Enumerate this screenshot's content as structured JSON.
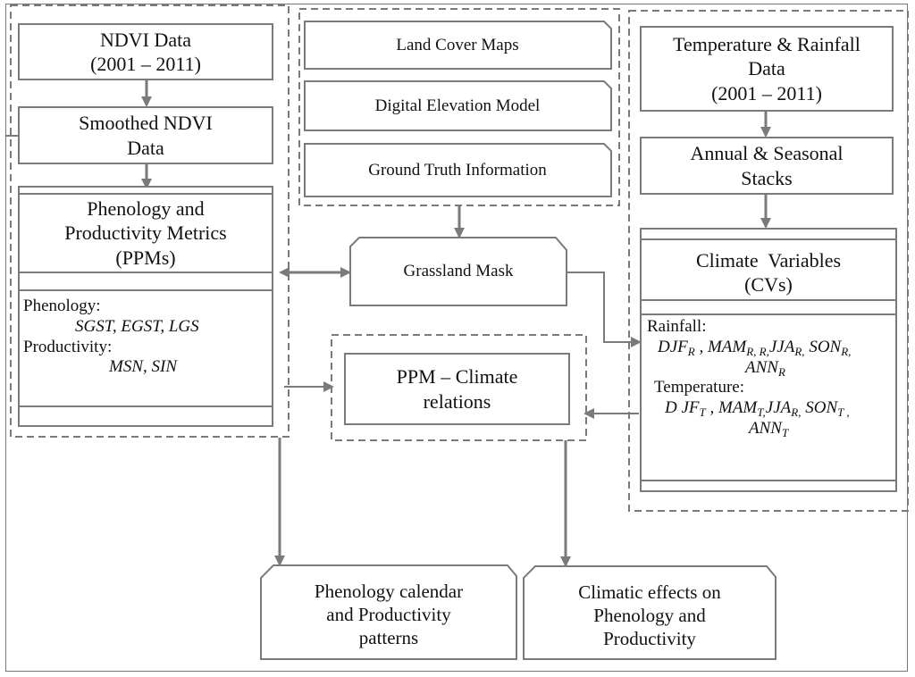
{
  "ndvi": {
    "line1": "NDVI Data",
    "line2": "(2001 – 2011)"
  },
  "smoothed": {
    "line1": "Smoothed NDVI",
    "line2": "Data"
  },
  "ppm": {
    "line1": "Phenology and",
    "line2": "Productivity Metrics",
    "line3": "(PPMs)",
    "phen_label": "Phenology:",
    "phen_items": "SGST, EGST, LGS",
    "prod_label": "Productivity:",
    "prod_items": "MSN, SIN"
  },
  "land_cover": "Land Cover Maps",
  "dem": "Digital Elevation Model",
  "ground_truth": "Ground Truth Information",
  "grassland_mask": "Grassland Mask",
  "relations": {
    "line1": "PPM – Climate",
    "line2": "relations"
  },
  "temp_rain": {
    "line1": "Temperature & Rainfall",
    "line2": "Data",
    "line3": "(2001 – 2011)"
  },
  "stacks": {
    "line1": "Annual & Seasonal",
    "line2": "Stacks"
  },
  "cv": {
    "line1": "Climate  Variables",
    "line2": "(CVs)",
    "rain_label": "Rainfall:",
    "rain_line1": {
      "a": "DJF",
      "a_sub": "R",
      "b": " , MAM",
      "b_sub": "R, R,",
      "c": "JJA",
      "c_sub": "R,",
      "d": " SON",
      "d_sub": "R,"
    },
    "rain_line2": {
      "a": "ANN",
      "a_sub": "R"
    },
    "temp_label": "Temperature:",
    "temp_line1": {
      "a": "D JF",
      "a_sub": "T",
      "b": " , MAM",
      "b_sub": "T,",
      "c": "JJA",
      "c_sub": "R,",
      "d": " SON",
      "d_sub": "T ,"
    },
    "temp_line2": {
      "a": "ANN",
      "a_sub": "T"
    }
  },
  "out_calendar": {
    "line1": "Phenology calendar",
    "line2": "and Productivity",
    "line3": "patterns"
  },
  "out_effects": {
    "line1": "Climatic effects on",
    "line2": "Phenology and",
    "line3": "Productivity"
  },
  "colors": {
    "stroke": "#7a7a7a",
    "arrow": "#7a7a7a",
    "text": "#111111"
  }
}
